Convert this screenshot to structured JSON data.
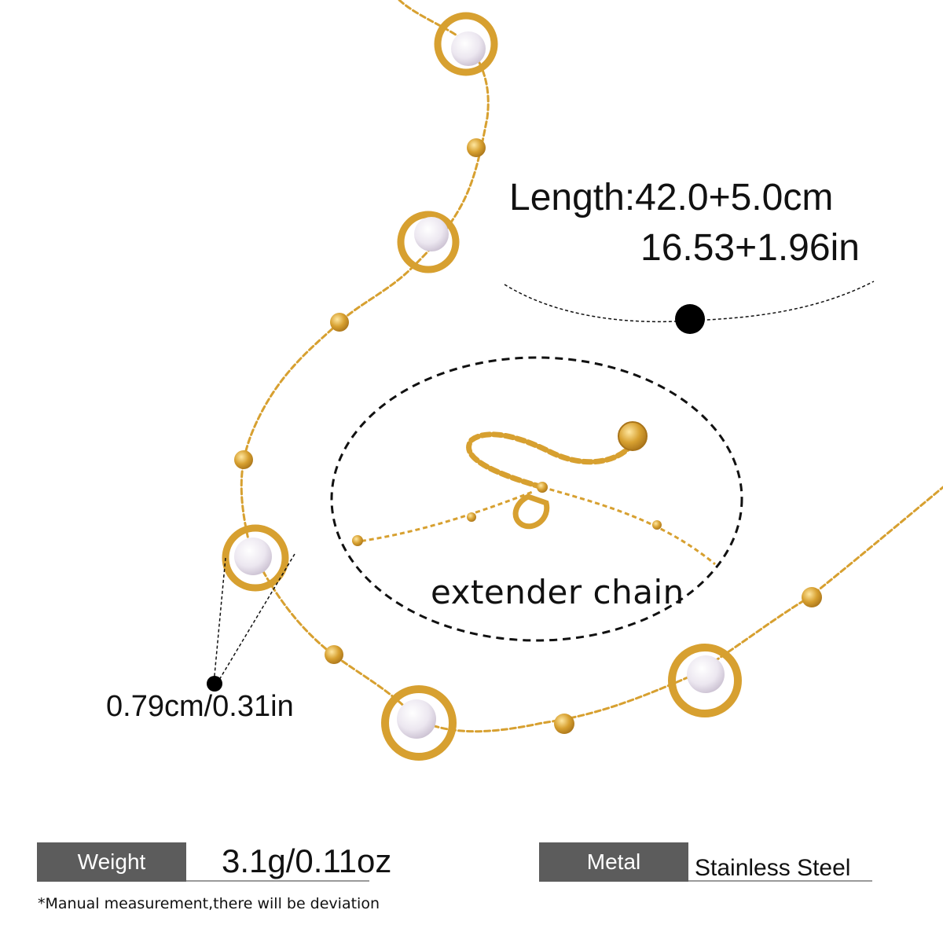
{
  "image": {
    "colors": {
      "gold": "#d7a030",
      "gold_dark": "#a9741a",
      "pearl": "#ece7f0",
      "background": "#ffffff",
      "label_box": "#5c5c5c"
    }
  },
  "annotations": {
    "length_cm": "Length:42.0+5.0cm",
    "length_in": "16.53+1.96in",
    "extender_label": "extender chain",
    "diameter": "0.79cm/0.31in"
  },
  "specs": {
    "weight_label": "Weight",
    "weight_value": "3.1g/0.11oz",
    "metal_label": "Metal",
    "metal_value": "Stainless Steel"
  },
  "footnote": "*Manual measurement,there will be deviation"
}
